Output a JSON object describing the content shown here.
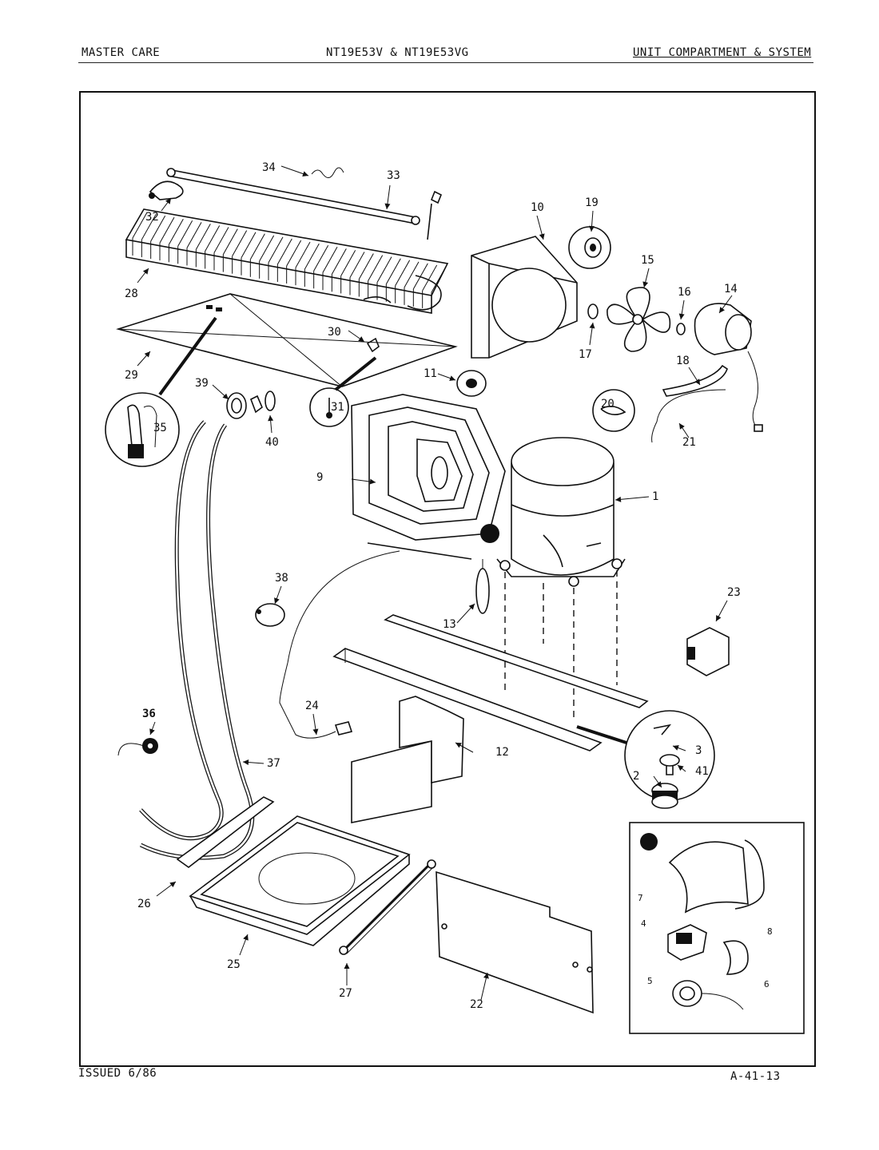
{
  "header": {
    "brand": "MASTER CARE",
    "model": "NT19E53V & NT19E53VG",
    "section": "UNIT COMPARTMENT & SYSTEM"
  },
  "footer": {
    "issued": "ISSUED 6/86",
    "page_code": "A-41-13"
  },
  "diagram": {
    "callouts": [
      "1",
      "2",
      "3",
      "4",
      "5",
      "6",
      "7",
      "8",
      "9",
      "10",
      "11",
      "12",
      "13",
      "14",
      "15",
      "16",
      "17",
      "18",
      "19",
      "20",
      "21",
      "22",
      "23",
      "24",
      "25",
      "26",
      "27",
      "28",
      "29",
      "30",
      "31",
      "32",
      "33",
      "34",
      "35",
      "36",
      "37",
      "38",
      "39",
      "40",
      "41"
    ]
  }
}
